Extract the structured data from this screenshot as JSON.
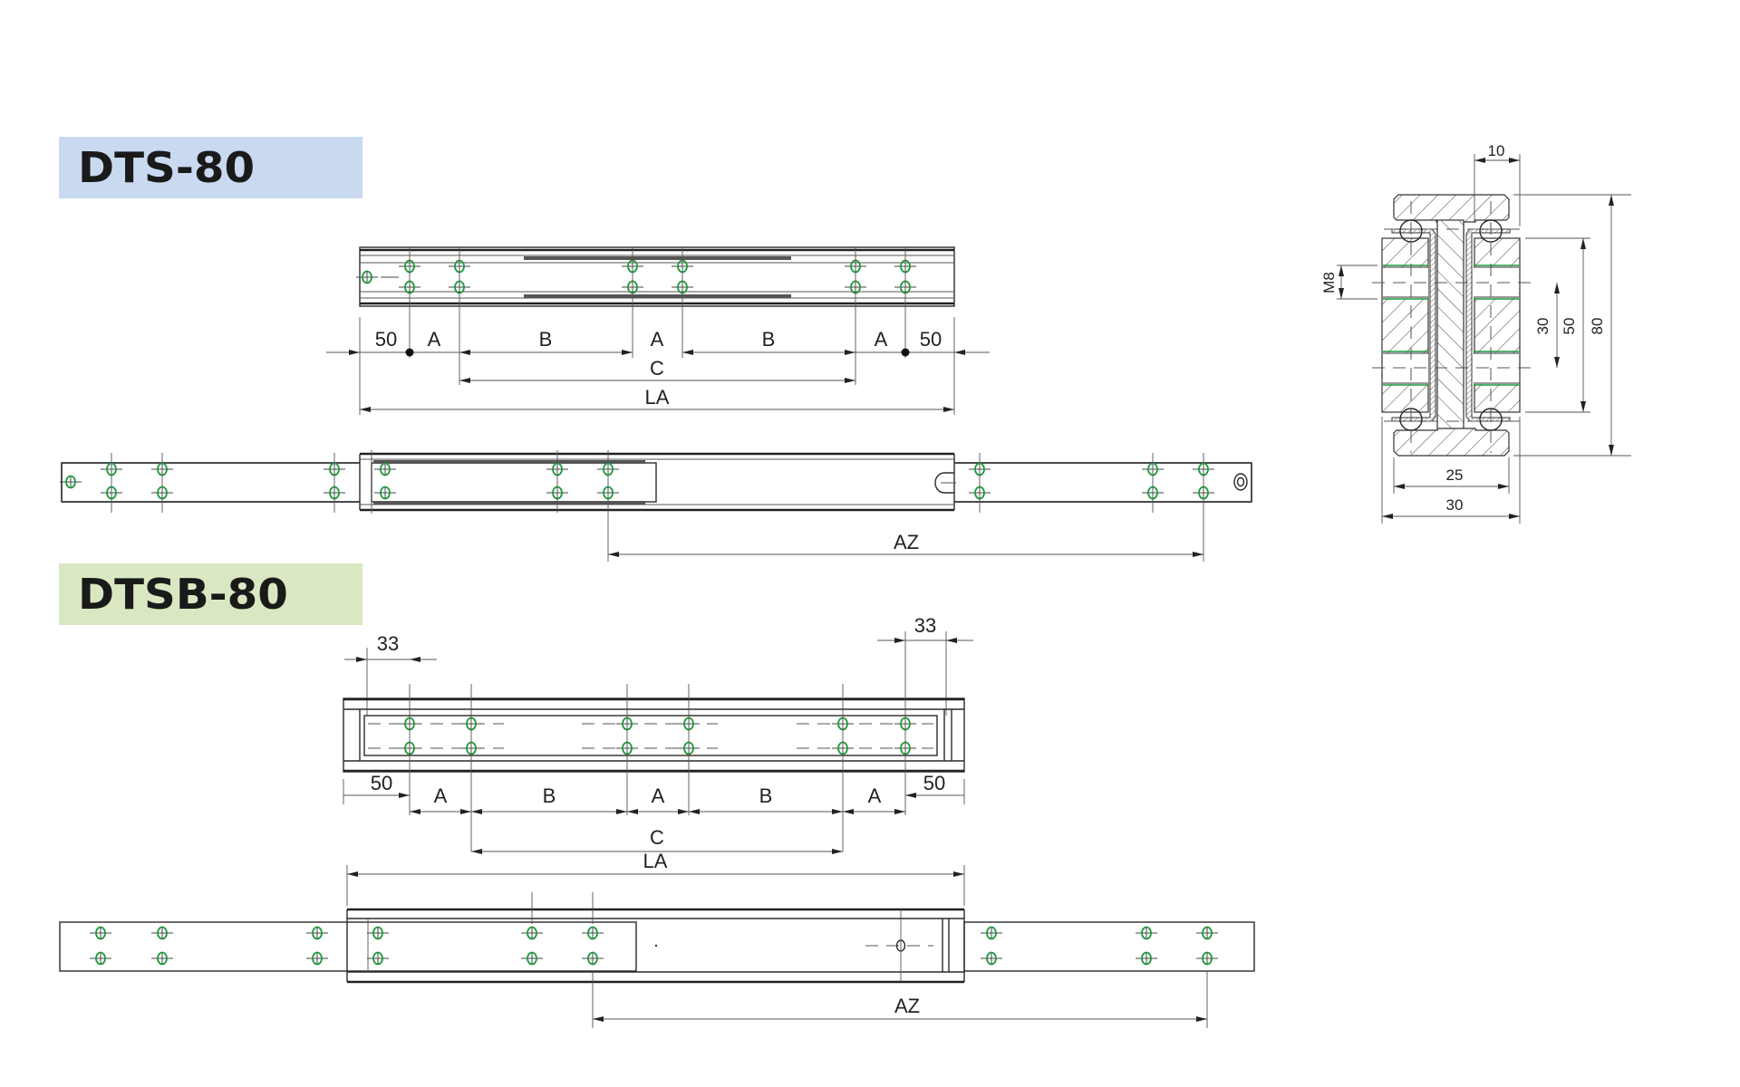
{
  "sections": {
    "dts": {
      "title": "DTS-80",
      "title_bg": "#c9d9f0",
      "dimensions": {
        "end_left": "50",
        "a1": "A",
        "b1": "B",
        "a2": "A",
        "b2": "B",
        "a3": "A",
        "end_right": "50",
        "c": "C",
        "la": "LA",
        "az": "AZ"
      }
    },
    "dtsb": {
      "title": "DTSB-80",
      "title_bg": "#d9e8c2",
      "dimensions": {
        "offset_left": "33",
        "offset_right": "33",
        "end_left": "50",
        "a1": "A",
        "b1": "B",
        "a2": "A",
        "b2": "B",
        "a3": "A",
        "end_right": "50",
        "c": "C",
        "la": "LA",
        "az": "AZ"
      }
    }
  },
  "cross_section": {
    "dimensions": {
      "top_width": "10",
      "thread": "M8",
      "hole_spacing": "30",
      "rail_height": "50",
      "total_height": "80",
      "inner_width": "25",
      "total_width": "30"
    }
  },
  "colors": {
    "hole_marker": "#1f9a3e",
    "line": "#2a2a2a"
  }
}
